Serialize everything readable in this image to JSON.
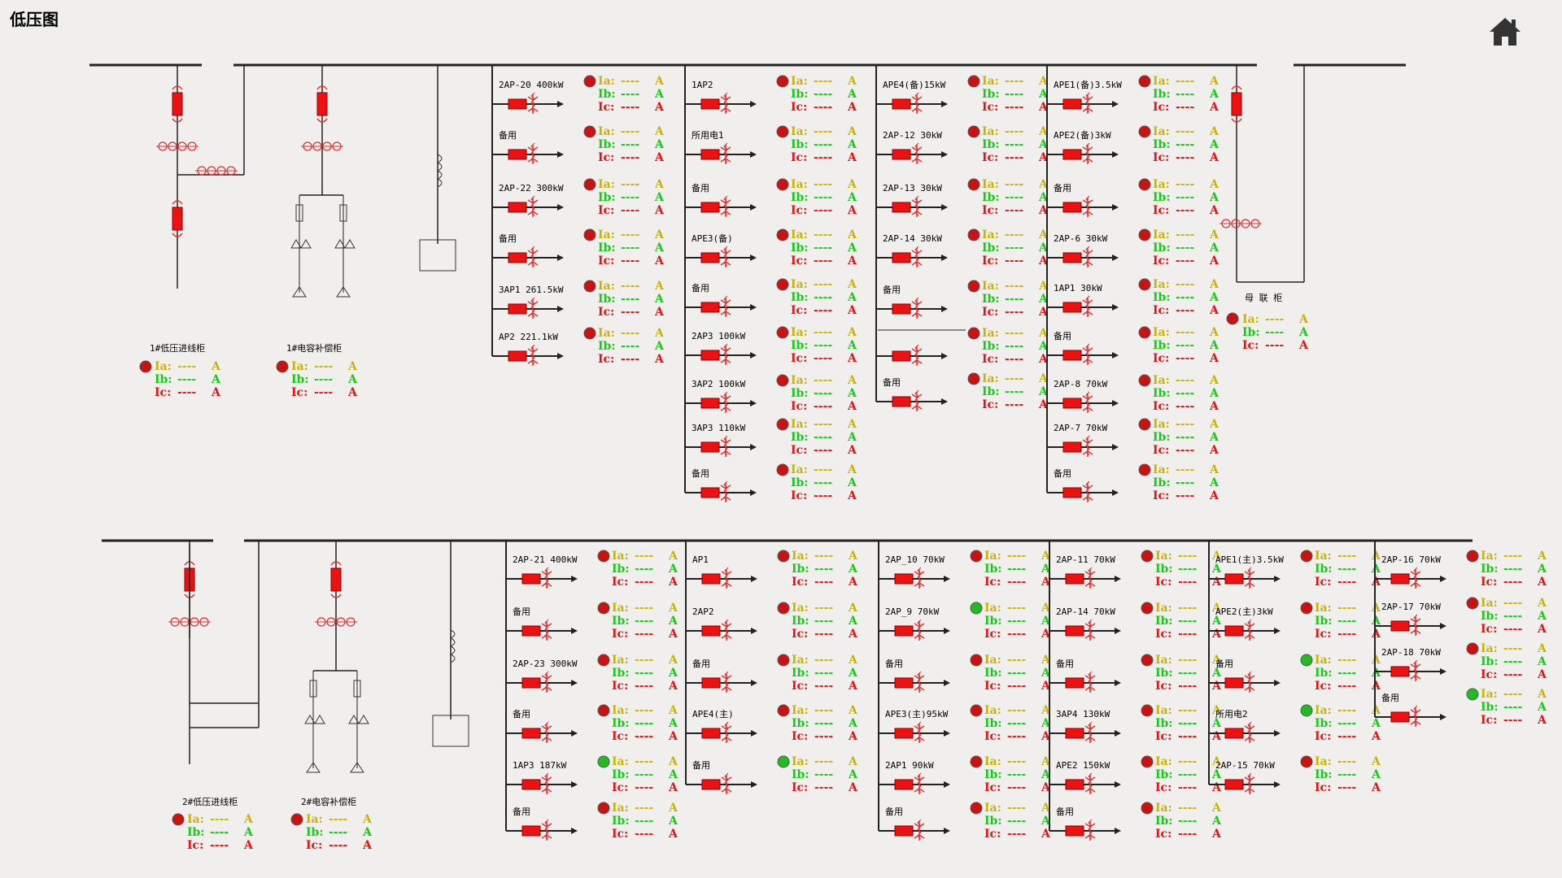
{
  "title": "低压图",
  "icons": {
    "home": "home-icon"
  },
  "colors": {
    "bus": "#222222",
    "breaker": "#ee1111",
    "switch": "#dd3333",
    "ia": "#c8b400",
    "ib": "#11cc11",
    "ic": "#e61010",
    "status_red": "#cc1111",
    "status_green": "#22bb22"
  },
  "measure": {
    "ia": "Ia:",
    "ib": "Ib:",
    "ic": "Ic:",
    "value": "----",
    "unit": "A"
  },
  "sections": [
    {
      "cabinets": [
        {
          "name": "1#低压进线柜",
          "status": "red"
        },
        {
          "name": "1#电容补偿柜",
          "status": "red"
        }
      ],
      "columns": [
        {
          "feeders": [
            {
              "name": "2AP-20 400kW",
              "status": "red"
            },
            {
              "name": "备用",
              "status": "red"
            },
            {
              "name": "2AP-22 300kW",
              "status": "red"
            },
            {
              "name": "备用",
              "status": "red"
            },
            {
              "name": "3AP1 261.5kW",
              "status": "red"
            },
            {
              "name": "AP2 221.1kW",
              "status": "red"
            }
          ]
        },
        {
          "feeders": [
            {
              "name": "1AP2",
              "status": "red"
            },
            {
              "name": "所用电1",
              "status": "red"
            },
            {
              "name": "备用",
              "status": "red"
            },
            {
              "name": "APE3(备)",
              "status": "red"
            },
            {
              "name": "备用",
              "status": "red"
            },
            {
              "name": "2AP3 100kW",
              "status": "red"
            },
            {
              "name": "3AP2 100kW",
              "status": "red"
            },
            {
              "name": "3AP3 110kW",
              "status": "red"
            },
            {
              "name": "备用",
              "status": "red"
            }
          ]
        },
        {
          "feeders": [
            {
              "name": "APE4(备)15kW",
              "status": "red"
            },
            {
              "name": "2AP-12 30kW",
              "status": "red"
            },
            {
              "name": "2AP-13 30kW",
              "status": "red"
            },
            {
              "name": "2AP-14 30kW",
              "status": "red"
            },
            {
              "name": "备用",
              "status": "red"
            },
            {
              "name": "",
              "status": "red"
            },
            {
              "name": "备用",
              "status": "red"
            }
          ]
        },
        {
          "feeders": [
            {
              "name": "APE1(备)3.5kW",
              "status": "red"
            },
            {
              "name": "APE2(备)3kW",
              "status": "red"
            },
            {
              "name": "备用",
              "status": "red"
            },
            {
              "name": "2AP-6 30kW",
              "status": "red"
            },
            {
              "name": "1AP1 30kW",
              "status": "red"
            },
            {
              "name": "备用",
              "status": "red"
            },
            {
              "name": "2AP-8 70kW",
              "status": "red"
            },
            {
              "name": "2AP-7 70kW",
              "status": "red"
            },
            {
              "name": "备用",
              "status": "red"
            }
          ]
        }
      ],
      "tie": {
        "name": "母 联 柜",
        "status": "red"
      }
    },
    {
      "cabinets": [
        {
          "name": "2#低压进线柜",
          "status": "red"
        },
        {
          "name": "2#电容补偿柜",
          "status": "red"
        }
      ],
      "columns": [
        {
          "feeders": [
            {
              "name": "2AP-21 400kW",
              "status": "red"
            },
            {
              "name": "备用",
              "status": "red"
            },
            {
              "name": "2AP-23 300kW",
              "status": "red"
            },
            {
              "name": "备用",
              "status": "red"
            },
            {
              "name": "1AP3 187kW",
              "status": "green"
            },
            {
              "name": "备用",
              "status": "red"
            }
          ]
        },
        {
          "feeders": [
            {
              "name": "AP1",
              "status": "red"
            },
            {
              "name": "2AP2",
              "status": "red"
            },
            {
              "name": "备用",
              "status": "red"
            },
            {
              "name": "APE4(主)",
              "status": "red"
            },
            {
              "name": "备用",
              "status": "green"
            }
          ]
        },
        {
          "feeders": [
            {
              "name": "2AP_10 70kW",
              "status": "red"
            },
            {
              "name": "2AP_9 70kW",
              "status": "green"
            },
            {
              "name": "备用",
              "status": "red"
            },
            {
              "name": "APE3(主)95kW",
              "status": "red"
            },
            {
              "name": "2AP1 90kW",
              "status": "red"
            },
            {
              "name": "备用",
              "status": "red"
            }
          ]
        },
        {
          "feeders": [
            {
              "name": "2AP-11 70kW",
              "status": "red"
            },
            {
              "name": "2AP-14 70kW",
              "status": "red"
            },
            {
              "name": "备用",
              "status": "red"
            },
            {
              "name": "3AP4 130kW",
              "status": "red"
            },
            {
              "name": "APE2 150kW",
              "status": "red"
            },
            {
              "name": "备用",
              "status": "red"
            }
          ]
        },
        {
          "feeders": [
            {
              "name": "APE1(主)3.5kW",
              "status": "red"
            },
            {
              "name": "APE2(主)3kW",
              "status": "red"
            },
            {
              "name": "备用",
              "status": "green"
            },
            {
              "name": "所用电2",
              "status": "green"
            },
            {
              "name": "2AP-15 70kW",
              "status": "red"
            }
          ]
        },
        {
          "feeders": [
            {
              "name": "2AP-16 70kW",
              "status": "red"
            },
            {
              "name": "2AP-17 70kW",
              "status": "red"
            },
            {
              "name": "2AP-18 70kW",
              "status": "red"
            },
            {
              "name": "备用",
              "status": "green"
            }
          ]
        }
      ]
    }
  ]
}
